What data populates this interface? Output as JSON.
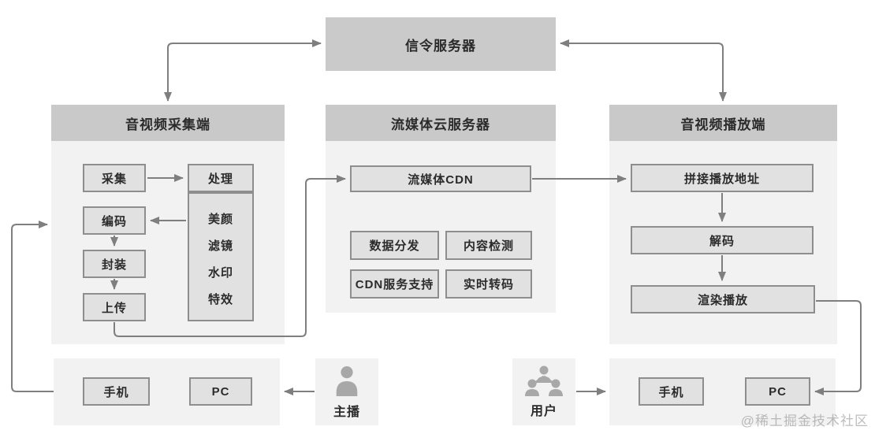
{
  "colors": {
    "panel_bg": "#f2f2f2",
    "header_bg": "#c9c9c9",
    "box_bg": "#e1e1e1",
    "box_border": "#8e8e8e",
    "arrow": "#7f7f7f",
    "text": "#2b2b2b"
  },
  "signaling_server": {
    "label": "信令服务器"
  },
  "capture_panel": {
    "title": "音视频采集端",
    "capture": "采集",
    "process": "处理",
    "features": [
      "美颜",
      "滤镜",
      "水印",
      "特效"
    ],
    "encode": "编码",
    "package": "封装",
    "upload": "上传"
  },
  "cloud_panel": {
    "title": "流媒体云服务器",
    "cdn": "流媒体CDN",
    "services": [
      "数据分发",
      "内容检测",
      "CDN服务支持",
      "实时转码"
    ]
  },
  "playback_panel": {
    "title": "音视频播放端",
    "steps": [
      "拼接播放地址",
      "解码",
      "渲染播放"
    ]
  },
  "anchor_section": {
    "label": "主播",
    "phone": "手机",
    "pc": "PC"
  },
  "users_section": {
    "label": "用户",
    "phone": "手机",
    "pc": "PC"
  },
  "watermark": "@稀土掘金技术社区"
}
